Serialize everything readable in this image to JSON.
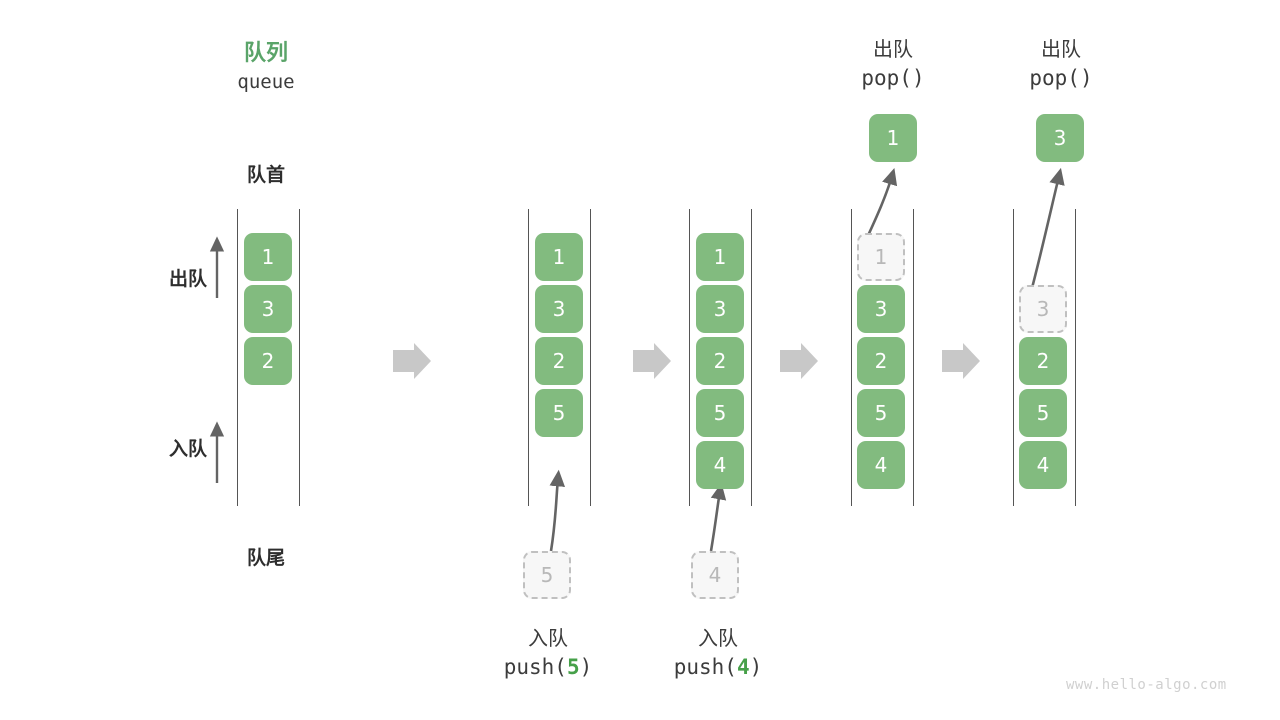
{
  "diagram": {
    "title_cn": "队列",
    "title_en": "queue",
    "head_label": "队首",
    "tail_label": "队尾",
    "dequeue_label": "出队",
    "enqueue_label": "入队",
    "accent_color": "#5aa469",
    "cell_color": "#82bb7f",
    "ghost_color": "#f7f7f7",
    "rail_color": "#555555",
    "arrow_color": "#646464",
    "step_arrow_color": "#c8c8c8",
    "watermark": "www.hello-algo.com"
  },
  "steps": [
    {
      "id": "step-initial",
      "cells": [
        {
          "value": "1",
          "state": "filled"
        },
        {
          "value": "3",
          "state": "filled"
        },
        {
          "value": "2",
          "state": "filled"
        }
      ],
      "op_cn": "",
      "op_code": "",
      "op_arg": "",
      "pending": null,
      "popped": null
    },
    {
      "id": "step-push-5",
      "cells": [
        {
          "value": "1",
          "state": "filled"
        },
        {
          "value": "3",
          "state": "filled"
        },
        {
          "value": "2",
          "state": "filled"
        },
        {
          "value": "5",
          "state": "filled"
        }
      ],
      "op_cn": "入队",
      "op_code_prefix": "push(",
      "op_arg": "5",
      "op_code_suffix": ")",
      "pending": {
        "value": "5",
        "state": "ghost"
      },
      "popped": null
    },
    {
      "id": "step-push-4",
      "cells": [
        {
          "value": "1",
          "state": "filled"
        },
        {
          "value": "3",
          "state": "filled"
        },
        {
          "value": "2",
          "state": "filled"
        },
        {
          "value": "5",
          "state": "filled"
        },
        {
          "value": "4",
          "state": "filled"
        }
      ],
      "op_cn": "入队",
      "op_code_prefix": "push(",
      "op_arg": "4",
      "op_code_suffix": ")",
      "pending": {
        "value": "4",
        "state": "ghost"
      },
      "popped": null
    },
    {
      "id": "step-pop-1",
      "cells": [
        {
          "value": "1",
          "state": "ghost"
        },
        {
          "value": "3",
          "state": "filled"
        },
        {
          "value": "2",
          "state": "filled"
        },
        {
          "value": "5",
          "state": "filled"
        },
        {
          "value": "4",
          "state": "filled"
        }
      ],
      "op_cn": "出队",
      "op_code_prefix": "pop(",
      "op_arg": "",
      "op_code_suffix": ")",
      "pending": null,
      "popped": {
        "value": "1",
        "state": "filled"
      }
    },
    {
      "id": "step-pop-3",
      "cells": [
        {
          "value": "",
          "state": "empty"
        },
        {
          "value": "3",
          "state": "ghost"
        },
        {
          "value": "2",
          "state": "filled"
        },
        {
          "value": "5",
          "state": "filled"
        },
        {
          "value": "4",
          "state": "filled"
        }
      ],
      "op_cn": "出队",
      "op_code_prefix": "pop(",
      "op_arg": "",
      "op_code_suffix": ")",
      "pending": null,
      "popped": {
        "value": "3",
        "state": "filled"
      }
    }
  ]
}
